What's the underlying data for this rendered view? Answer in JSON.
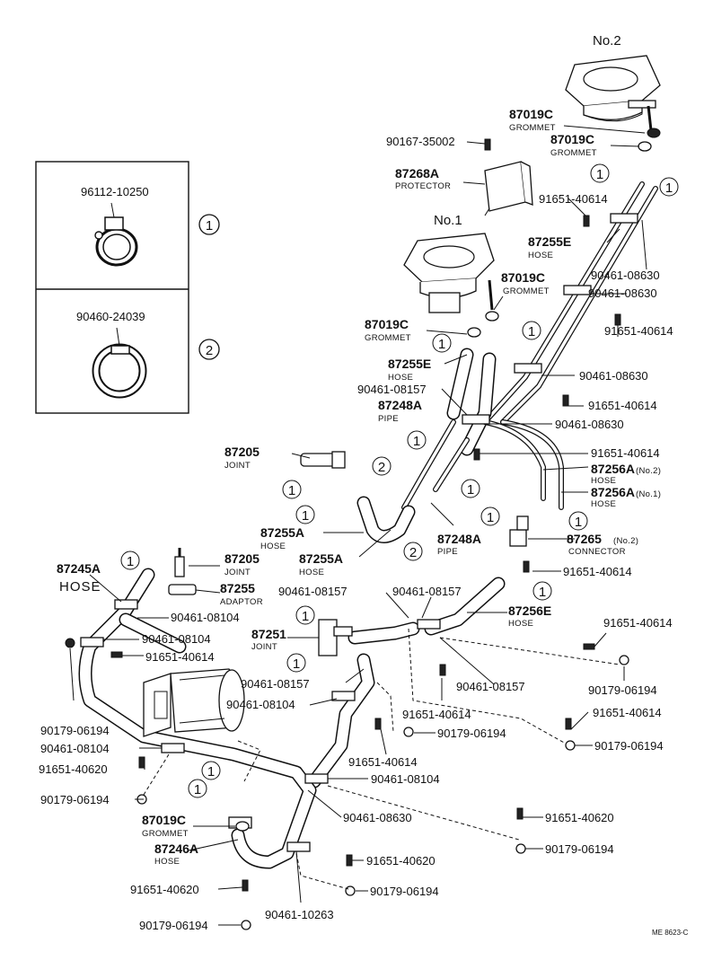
{
  "legend": {
    "items": [
      {
        "part_no": "96112-10250",
        "symbol": "1"
      },
      {
        "part_no": "90460-24039",
        "symbol": "2"
      }
    ]
  },
  "units": {
    "no2": "No.2",
    "no1": "No.1"
  },
  "circle_symbols": {
    "one": "1",
    "two": "2"
  },
  "labels": {
    "l01": {
      "part": "87019C",
      "sub": "GROMMET"
    },
    "l02": {
      "part": "87019C",
      "sub": "GROMMET"
    },
    "l03": {
      "part": "90167-35002"
    },
    "l04": {
      "part": "87268A",
      "sub": "PROTECTOR"
    },
    "l05": {
      "part": "91651-40614"
    },
    "l06": {
      "part": "87255E",
      "sub": "HOSE"
    },
    "l07": {
      "part": "90461-08630"
    },
    "l08": {
      "part": "87019C",
      "sub": "GROMMET"
    },
    "l09": {
      "part": "90461-08630"
    },
    "l10": {
      "part": "87019C",
      "sub": "GROMMET"
    },
    "l11": {
      "part": "91651-40614"
    },
    "l12": {
      "part": "87255E",
      "sub": "HOSE"
    },
    "l13": {
      "part": "90461-08630"
    },
    "l14": {
      "part": "90461-08157"
    },
    "l15": {
      "part": "91651-40614"
    },
    "l16": {
      "part": "87248A",
      "sub": "PIPE"
    },
    "l17": {
      "part": "90461-08630"
    },
    "l18": {
      "part": "87205",
      "sub": "JOINT"
    },
    "l19": {
      "part": "91651-40614"
    },
    "l20": {
      "part": "87256A",
      "sub": "HOSE",
      "note": "(No.2)"
    },
    "l21": {
      "part": "87256A",
      "sub": "HOSE",
      "note": "(No.1)"
    },
    "l22": {
      "part": "87255A",
      "sub": "HOSE"
    },
    "l23": {
      "part": "87248A",
      "sub": "PIPE"
    },
    "l24": {
      "part": "87265",
      "sub": "CONNECTOR",
      "note": "(No.2)"
    },
    "l25": {
      "part": "87255A",
      "sub": "HOSE"
    },
    "l26": {
      "part": "91651-40614"
    },
    "l27": {
      "part": "87245A",
      "sub": "HOSE"
    },
    "l28": {
      "part": "87205",
      "sub": "JOINT"
    },
    "l29": {
      "part": "87255",
      "sub": "ADAPTOR"
    },
    "l30": {
      "part": "90461-08157"
    },
    "l31": {
      "part": "90461-08157"
    },
    "l32": {
      "part": "87256E",
      "sub": "HOSE"
    },
    "l33": {
      "part": "90461-08104"
    },
    "l34": {
      "part": "91651-40614"
    },
    "l35": {
      "part": "90461-08104"
    },
    "l36": {
      "part": "87251",
      "sub": "JOINT"
    },
    "l37": {
      "part": "91651-40614"
    },
    "l38": {
      "part": "90461-08157"
    },
    "l39": {
      "part": "90461-08157"
    },
    "l40": {
      "part": "90179-06194"
    },
    "l41": {
      "part": "90461-08104"
    },
    "l42": {
      "part": "91651-40614"
    },
    "l43": {
      "part": "91651-40614"
    },
    "l44": {
      "part": "90179-06194"
    },
    "l45": {
      "part": "90179-06194"
    },
    "l46": {
      "part": "90179-06194"
    },
    "l47": {
      "part": "90461-08104"
    },
    "l48": {
      "part": "91651-40614"
    },
    "l49": {
      "part": "91651-40620"
    },
    "l50": {
      "part": "90461-08104"
    },
    "l51": {
      "part": "90179-06194"
    },
    "l52": {
      "part": "90461-08630"
    },
    "l53": {
      "part": "91651-40620"
    },
    "l54": {
      "part": "87019C",
      "sub": "GROMMET"
    },
    "l55": {
      "part": "90179-06194"
    },
    "l56": {
      "part": "87246A",
      "sub": "HOSE"
    },
    "l57": {
      "part": "91651-40620"
    },
    "l58": {
      "part": "91651-40620"
    },
    "l59": {
      "part": "90179-06194"
    },
    "l60": {
      "part": "90461-10263"
    },
    "l61": {
      "part": "90179-06194"
    }
  },
  "footer": {
    "code": "ME 8623-C"
  }
}
